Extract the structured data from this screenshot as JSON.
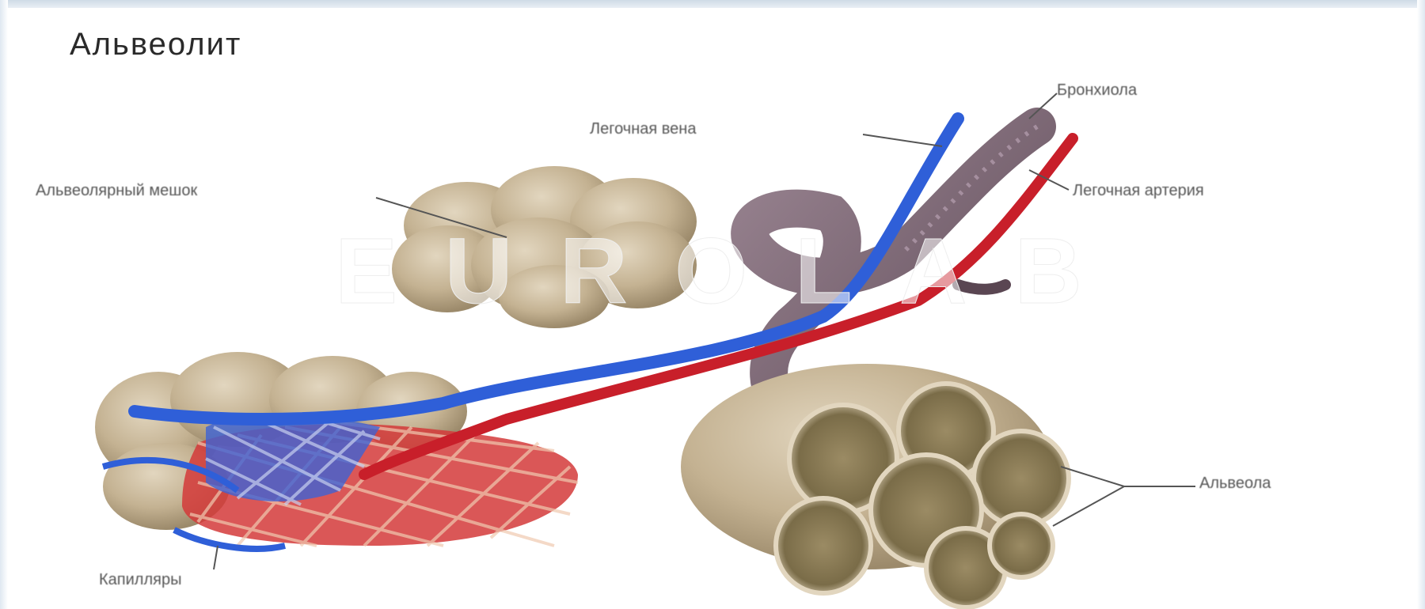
{
  "title": "Альвеолит",
  "labels": {
    "bronchiole": "Бронхиола",
    "pulmonary_vein": "Легочная вена",
    "alveolar_sac": "Альвеолярный мешок",
    "pulmonary_artery": "Легочная артерия",
    "alveolus": "Альвеола",
    "capillaries": "Капилляры"
  },
  "colors": {
    "vein": "#2f5fd8",
    "artery": "#c81f2a",
    "tissue": "#c9b796",
    "bronchiole": "#7d6675"
  },
  "watermark": "EUROLAB"
}
